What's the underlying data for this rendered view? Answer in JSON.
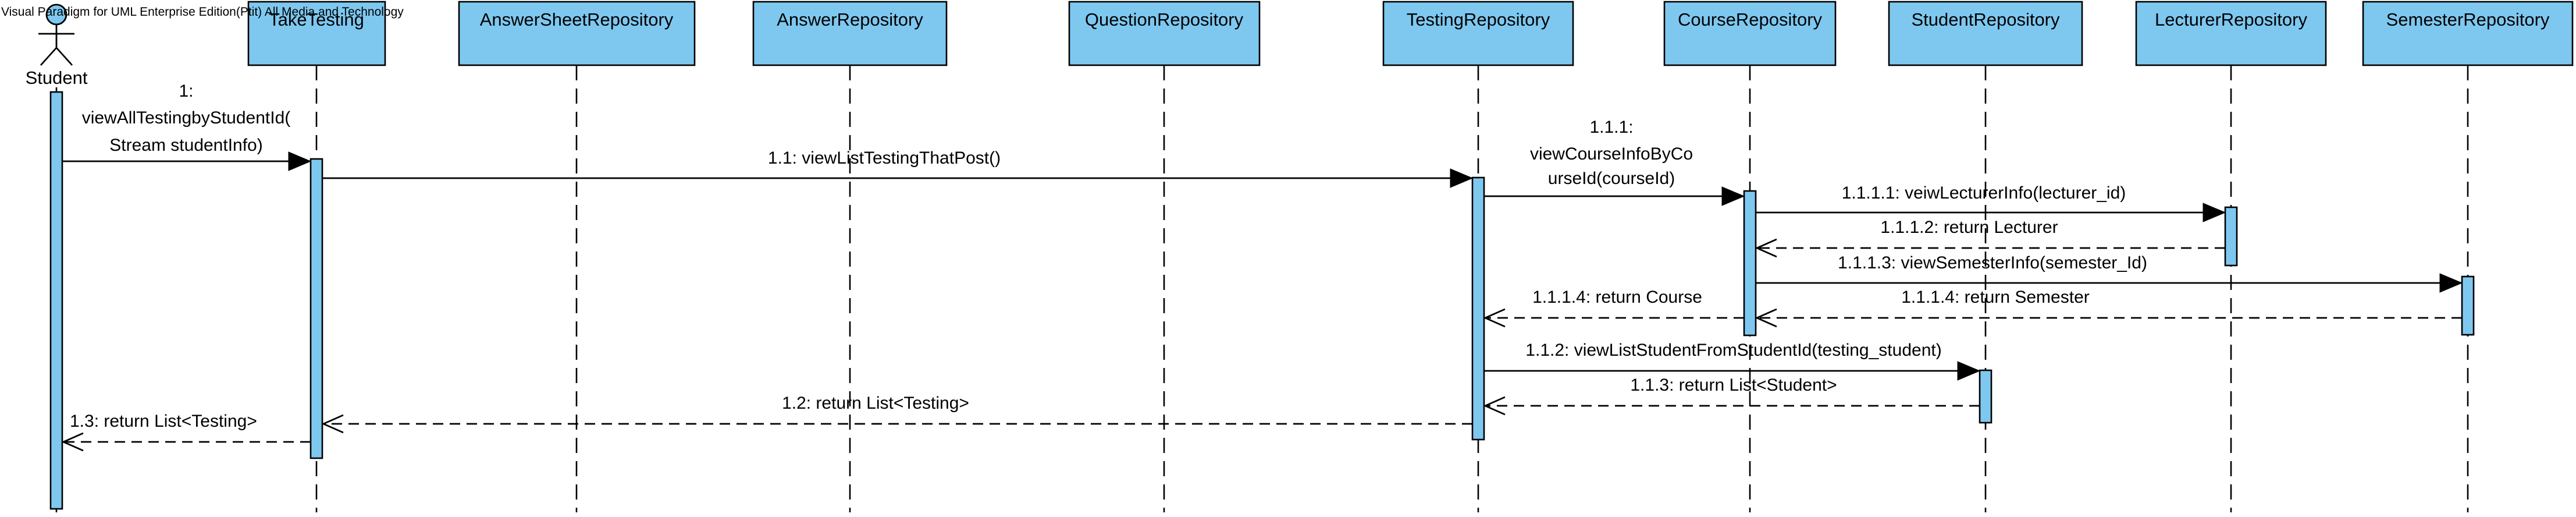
{
  "watermark": "Visual Paradigm for UML Enterprise Edition(Ptit) All Media and Technology",
  "colors": {
    "participant_fill": "#7ec8f0",
    "line": "#000000"
  },
  "actor": {
    "name": "Student"
  },
  "participants": [
    "TakeTesting",
    "AnswerSheetRepository",
    "AnswerRepository",
    "QuestionRepository",
    "TestingRepository",
    "CourseRepository",
    "StudentRepository",
    "LecturerRepository",
    "SemesterRepository"
  ],
  "messages": [
    {
      "id": "m1",
      "kind": "call",
      "label": [
        "1:",
        "viewAllTestingbyStudentId(",
        "Stream studentInfo)"
      ]
    },
    {
      "id": "m1_1",
      "kind": "call",
      "label": [
        "1.1: viewListTestingThatPost()"
      ]
    },
    {
      "id": "m1_1_1",
      "kind": "call",
      "label": [
        "1.1.1:",
        "viewCourseInfoByCo",
        "urseId(courseId)"
      ]
    },
    {
      "id": "m1_1_1_1",
      "kind": "call",
      "label": [
        "1.1.1.1: veiwLecturerInfo(lecturer_id)"
      ]
    },
    {
      "id": "m1_1_1_2",
      "kind": "return",
      "label": [
        "1.1.1.2: return Lecturer"
      ]
    },
    {
      "id": "m1_1_1_3",
      "kind": "call",
      "label": [
        "1.1.1.3: viewSemesterInfo(semester_Id)"
      ]
    },
    {
      "id": "m1_1_1_4s",
      "kind": "return",
      "label": [
        "1.1.1.4: return Semester"
      ]
    },
    {
      "id": "m1_1_1_4c",
      "kind": "return",
      "label": [
        "1.1.1.4: return Course"
      ]
    },
    {
      "id": "m1_1_2",
      "kind": "call",
      "label": [
        "1.1.2: viewListStudentFromStudentId(testing_student)"
      ]
    },
    {
      "id": "m1_1_3",
      "kind": "return",
      "label": [
        "1.1.3: return List<Student>"
      ]
    },
    {
      "id": "m1_2",
      "kind": "return",
      "label": [
        "1.2: return List<Testing>"
      ]
    },
    {
      "id": "m1_3",
      "kind": "return",
      "label": [
        "1.3: return List<Testing>"
      ]
    }
  ]
}
